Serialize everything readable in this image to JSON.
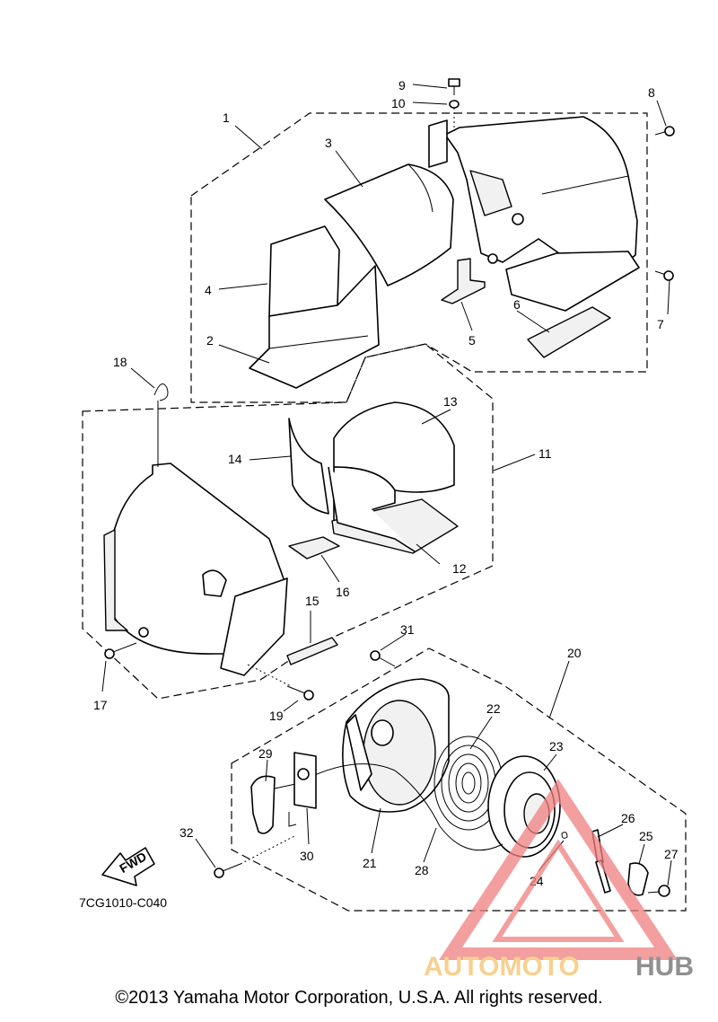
{
  "diagram": {
    "callouts": [
      "1",
      "2",
      "3",
      "4",
      "5",
      "6",
      "7",
      "8",
      "9",
      "10",
      "11",
      "12",
      "13",
      "14",
      "15",
      "16",
      "17",
      "18",
      "19",
      "20",
      "21",
      "22",
      "23",
      "24",
      "25",
      "26",
      "27",
      "28",
      "29",
      "30",
      "31",
      "32"
    ],
    "drawing_code": "7CG1010-C040",
    "fwd_label": "FWD"
  },
  "watermark": {
    "brand_part1": "AUTOMOTO",
    "brand_part2": "HUB",
    "color_primary": "#f08080",
    "color_secondary": "#f5c16b",
    "color_dark": "#6b6b6b"
  },
  "footer": {
    "copyright": "©2013 Yamaha Motor Corporation, U.S.A. All rights reserved."
  }
}
